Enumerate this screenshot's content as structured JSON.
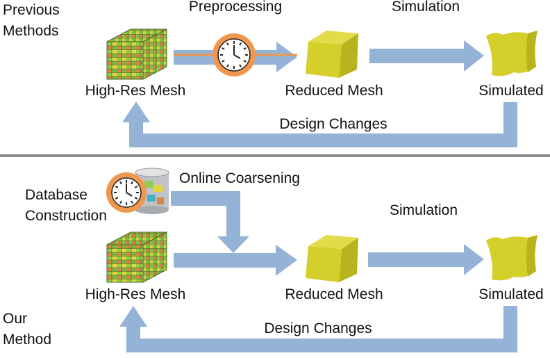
{
  "top_section": {
    "side_label": "Previous\nMethods",
    "stage_labels": {
      "preprocessing": "Preprocessing",
      "simulation": "Simulation"
    },
    "nodes": {
      "high_res": "High-Res Mesh",
      "reduced": "Reduced Mesh",
      "simulated": "Simulated"
    },
    "feedback": "Design Changes"
  },
  "bottom_section": {
    "side_label": "Our\nMethod",
    "database_label": "Database\nConstruction",
    "stage_labels": {
      "online": "Online Coarsening",
      "simulation": "Simulation"
    },
    "nodes": {
      "high_res": "High-Res Mesh",
      "reduced": "Reduced Mesh",
      "simulated": "Simulated"
    },
    "feedback": "Design Changes"
  },
  "colors": {
    "arrow": "#94b3d6",
    "clock_ring": "#f0974f",
    "reduced_mesh": "#d4cf2a",
    "divider": "#8a8a8a"
  },
  "icons": [
    "mesh-cube-icon",
    "clock-icon",
    "database-icon",
    "reduced-cube-icon",
    "deformed-shape-icon"
  ]
}
